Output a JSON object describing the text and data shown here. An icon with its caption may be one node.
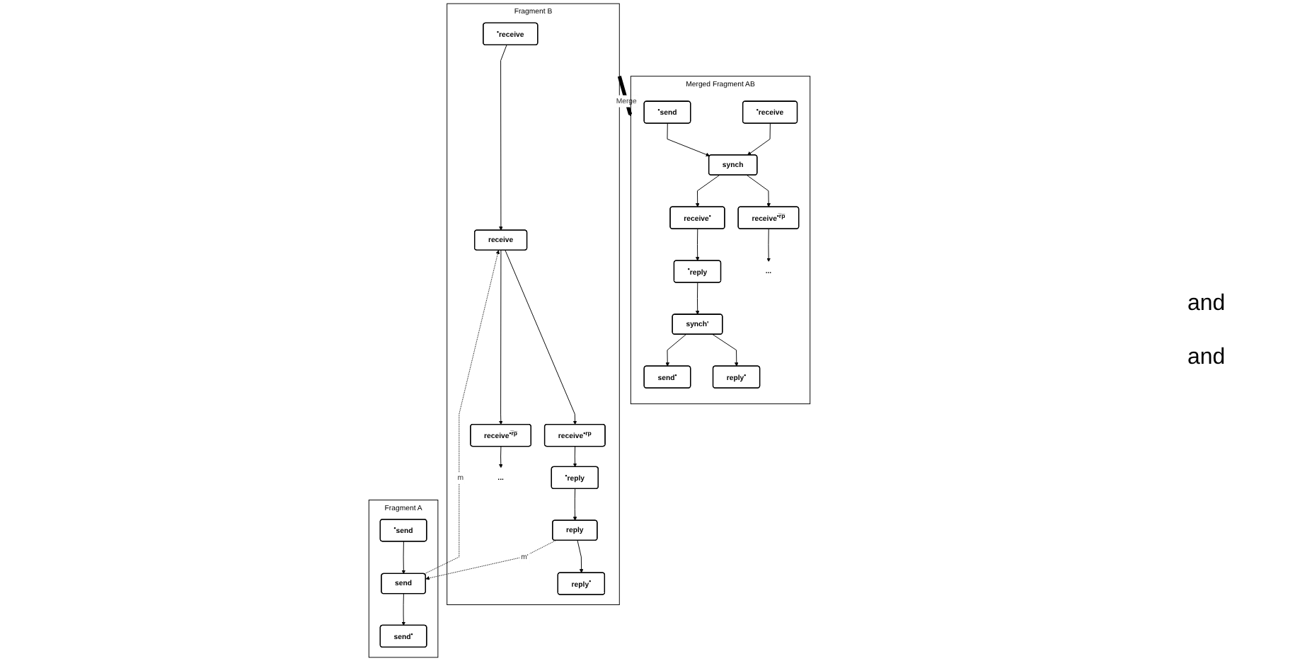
{
  "diagram": {
    "nodes": [
      {
        "text": [
          "Fragment A"
        ]
      },
      {
        "text": [
          "$^{•}$send"
        ],
        "in": 0
      },
      {
        "text": [
          "send"
        ],
        "in": 0
      },
      {
        "text": [
          "send$^{•}$"
        ],
        "in": 0
      },
      {
        "text": [
          "Fragment B"
        ]
      },
      {
        "text": [
          "$^{•}$receive"
        ],
        "in": 4
      },
      {
        "text": [
          "receive"
        ],
        "in": 4
      },
      {
        "text": [
          "receive$^{•rp}$"
        ],
        "in": 4
      },
      {
        "text": [
          "receive$^{•r̅p̅}$"
        ],
        "in": 4
      },
      {
        "text": [
          "$^{•}$reply"
        ],
        "in": 4
      },
      {
        "text": [
          "reply"
        ],
        "in": 4
      },
      {
        "text": [
          "reply$^{•}$"
        ],
        "in": 4
      },
      {
        "text": [
          "..."
        ],
        "in": 4
      },
      {
        "text": [
          "Merged Fragment AB"
        ]
      },
      {
        "text": [
          "$^{•}$send"
        ],
        "in": 13
      },
      {
        "text": [
          "$^{•}$receive"
        ],
        "in": 13
      },
      {
        "text": [
          "synch"
        ],
        "in": 13
      },
      {
        "text": [
          "receive$^{•}$"
        ],
        "in": 13
      },
      {
        "text": [
          "receive$^{•r̅p̅}$"
        ],
        "in": 13
      },
      {
        "text": [
          "$^{•}$reply"
        ],
        "in": 13
      },
      {
        "text": [
          "synch'"
        ],
        "in": 13
      },
      {
        "text": [
          "send$^{•}$"
        ],
        "in": 13
      },
      {
        "text": [
          "reply$^{•}$"
        ],
        "in": 13
      },
      {
        "text": [
          "..."
        ],
        "in": 13
      }
    ],
    "edges": [
      {
        "from": 1,
        "to": 2,
        "arrow": "to"
      },
      {
        "from": 2,
        "to": 3,
        "arrow": "to"
      },
      {
        "from": 5,
        "to": 6,
        "arrow": "to"
      },
      {
        "from": 2,
        "to": 6,
        "arrow": "to",
        "label": "m",
        "style": "dashed"
      },
      {
        "from": 6,
        "to": 7,
        "arrow": "to"
      },
      {
        "from": 6,
        "to": 8,
        "arrow": "to"
      },
      {
        "from": 7,
        "to": 9,
        "arrow": "to"
      },
      {
        "from": 9,
        "to": 10,
        "arrow": "to"
      },
      {
        "from": 10,
        "to": 11,
        "arrow": "to"
      },
      {
        "from": 10,
        "to": 2,
        "arrow": "to",
        "label": "m'",
        "style": "dashed"
      },
      {
        "from": 8,
        "to": 12,
        "arrow": "to"
      },
      {
        "from": 4,
        "to": 13,
        "arrow": "to",
        "label": "Merge",
        "style": "thick"
      },
      {
        "from": 14,
        "to": 16,
        "arrow": "to"
      },
      {
        "from": 15,
        "to": 16,
        "arrow": "to"
      },
      {
        "from": 16,
        "to": 17,
        "arrow": "to"
      },
      {
        "from": 16,
        "to": 18,
        "arrow": "to"
      },
      {
        "from": 17,
        "to": 19,
        "arrow": "to"
      },
      {
        "from": 19,
        "to": 20,
        "arrow": "to"
      },
      {
        "from": 20,
        "to": 21,
        "arrow": "to"
      },
      {
        "from": 20,
        "to": 22,
        "arrow": "to"
      },
      {
        "from": 18,
        "to": 23,
        "arrow": "to"
      }
    ],
    "labels": [
      "and",
      "and"
    ]
  }
}
